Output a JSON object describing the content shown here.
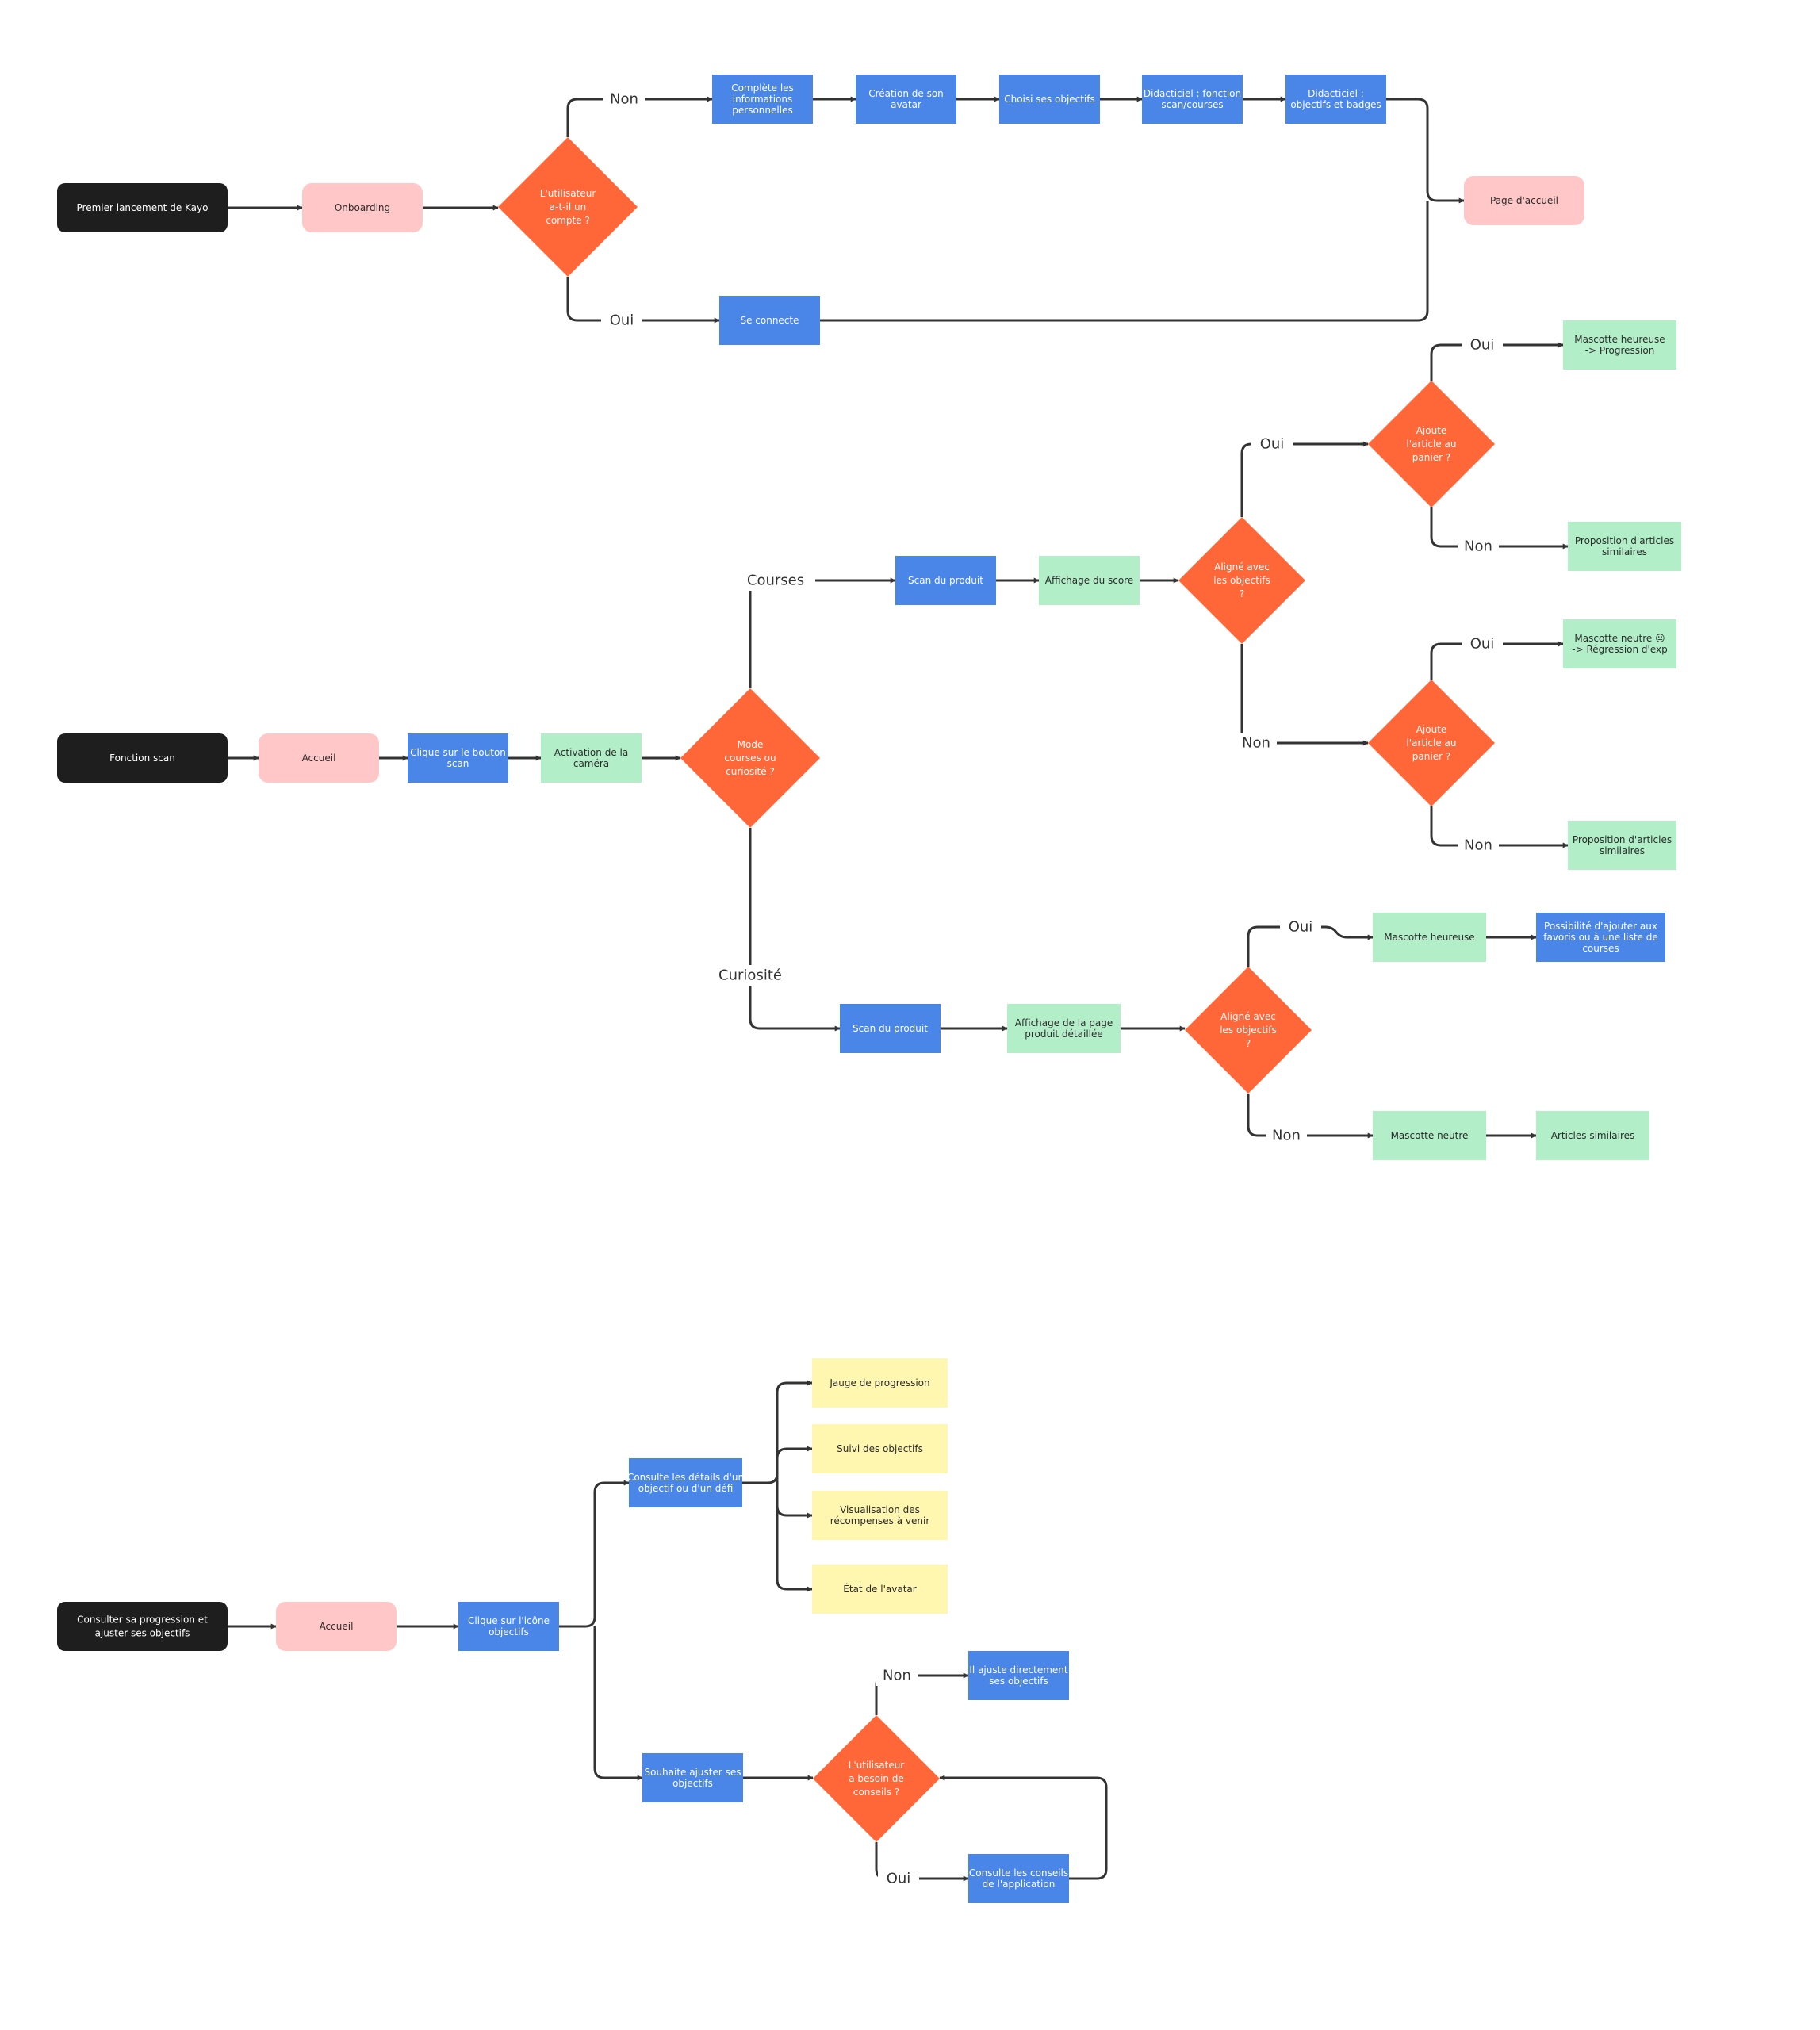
{
  "colors": {
    "black": "#1e1e1e",
    "pink": "#ffc7c7",
    "blue": "#4a86e8",
    "green": "#b2efc8",
    "orange": "#ff6638",
    "yellow": "#fff6b0",
    "line": "#333333",
    "white": "#ffffff",
    "darkText": "#2b2b2b"
  },
  "nodes": {
    "s1_start": [
      "Premier lancement de Kayo"
    ],
    "s1_onboarding": [
      "Onboarding"
    ],
    "s1_compte": [
      "L'utilisateur",
      "a-t-il un",
      "compte ?"
    ],
    "s1_infos": [
      "Complète les",
      "informations",
      "personnelles"
    ],
    "s1_avatar": [
      "Création de son",
      "avatar"
    ],
    "s1_objectifs": [
      "Choisi ses objectifs"
    ],
    "s1_didac1": [
      "Didacticiel : fonction",
      "scan/courses"
    ],
    "s1_didac2": [
      "Didacticiel :",
      "objectifs et badges"
    ],
    "s1_accueil": [
      "Page d'accueil"
    ],
    "s1_connecte": [
      "Se connecte"
    ],
    "s2_start": [
      "Fonction scan"
    ],
    "s2_accueil": [
      "Accueil"
    ],
    "s2_clique": [
      "Clique sur le bouton",
      "scan"
    ],
    "s2_camera": [
      "Activation de la",
      "caméra"
    ],
    "s2_mode": [
      "Mode",
      "courses ou",
      "curiosité ?"
    ],
    "s2_scan1": [
      "Scan du produit"
    ],
    "s2_score": [
      "Affichage du score"
    ],
    "s2_aligne1": [
      "Aligné avec",
      "les objectifs",
      "?"
    ],
    "s2_panier1": [
      "Ajoute",
      "l'article au",
      "panier ?"
    ],
    "s2_heureuse1": [
      "Mascotte heureuse",
      "-> Progression"
    ],
    "s2_propo1": [
      "Proposition d'articles",
      "similaires"
    ],
    "s2_panier2": [
      "Ajoute",
      "l'article au",
      "panier ?"
    ],
    "s2_neutre1": [
      "Mascotte neutre 😐",
      "-> Régression d'exp"
    ],
    "s2_propo2": [
      "Proposition d'articles",
      "similaires"
    ],
    "s2_scan2": [
      "Scan du produit"
    ],
    "s2_page": [
      "Affichage de la page",
      "produit détaillée"
    ],
    "s2_aligne2": [
      "Aligné avec",
      "les objectifs",
      "?"
    ],
    "s2_heureuse2": [
      "Mascotte heureuse"
    ],
    "s2_favoris": [
      "Possibilité d'ajouter aux",
      "favoris ou à une liste de",
      "courses"
    ],
    "s2_neutre2": [
      "Mascotte neutre"
    ],
    "s2_similaires": [
      "Articles similaires"
    ],
    "s3_start": [
      "Consulter sa progression et",
      "ajuster ses objectifs"
    ],
    "s3_accueil": [
      "Accueil"
    ],
    "s3_icone": [
      "Clique sur l'icône",
      "objectifs"
    ],
    "s3_details": [
      "Consulte les détails d'un",
      "objectif ou d'un défi"
    ],
    "s3_jauge": [
      "Jauge de progression"
    ],
    "s3_suivi": [
      "Suivi des objectifs"
    ],
    "s3_recomp": [
      "Visualisation des",
      "récompenses à venir"
    ],
    "s3_etat": [
      "État de l'avatar"
    ],
    "s3_ajuster": [
      "Souhaite ajuster ses",
      "objectifs"
    ],
    "s3_besoin": [
      "L'utilisateur",
      "a besoin de",
      "conseils ?"
    ],
    "s3_direct": [
      "Il ajuste directement",
      "ses objectifs"
    ],
    "s3_conseils": [
      "Consulte les conseils",
      "de l'application"
    ]
  },
  "edge_labels": {
    "s1_non": "Non",
    "s1_oui": "Oui",
    "s2_courses": "Courses",
    "s2_curiosite": "Curiosité",
    "s2_oui_a1": "Oui",
    "s2_non_a1": "Non",
    "s2_oui_p1": "Oui",
    "s2_non_p1": "Non",
    "s2_oui_p2": "Oui",
    "s2_non_p2": "Non",
    "s2_oui_a2": "Oui",
    "s2_non_a2": "Non",
    "s3_non": "Non",
    "s3_oui": "Oui"
  }
}
